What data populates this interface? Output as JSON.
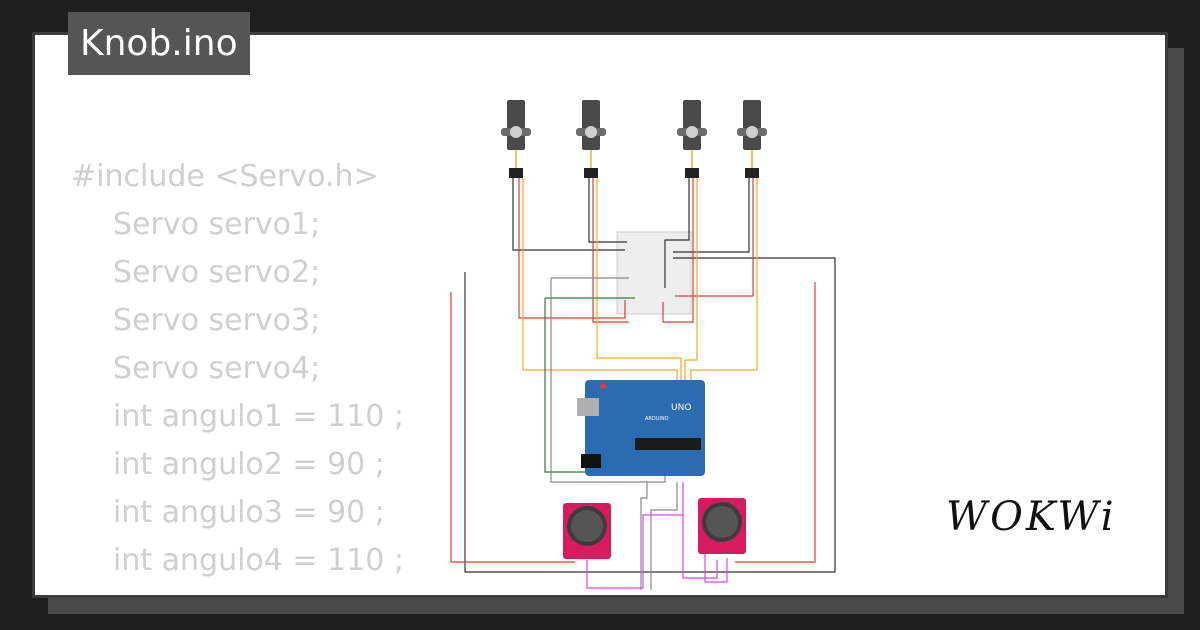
{
  "title": "Knob.ino",
  "code": {
    "lines": [
      "#include <Servo.h>",
      "Servo servo1;",
      "Servo servo2;",
      "Servo servo3;",
      "Servo servo4;",
      "int angulo1 = 110 ;",
      "int angulo2 = 90 ;",
      "int angulo3 = 90 ;",
      "int angulo4 = 110 ;"
    ]
  },
  "board": {
    "label": "UNO",
    "brand": "ARDUINO"
  },
  "logo": "WOKWi",
  "colors": {
    "wire_red": "#e53935",
    "wire_black": "#333333",
    "wire_orange": "#f5a623",
    "wire_green": "#2e7d32",
    "wire_magenta": "#d946ef",
    "board_blue": "#2b6cb0",
    "joystick_red": "#d81b60"
  }
}
